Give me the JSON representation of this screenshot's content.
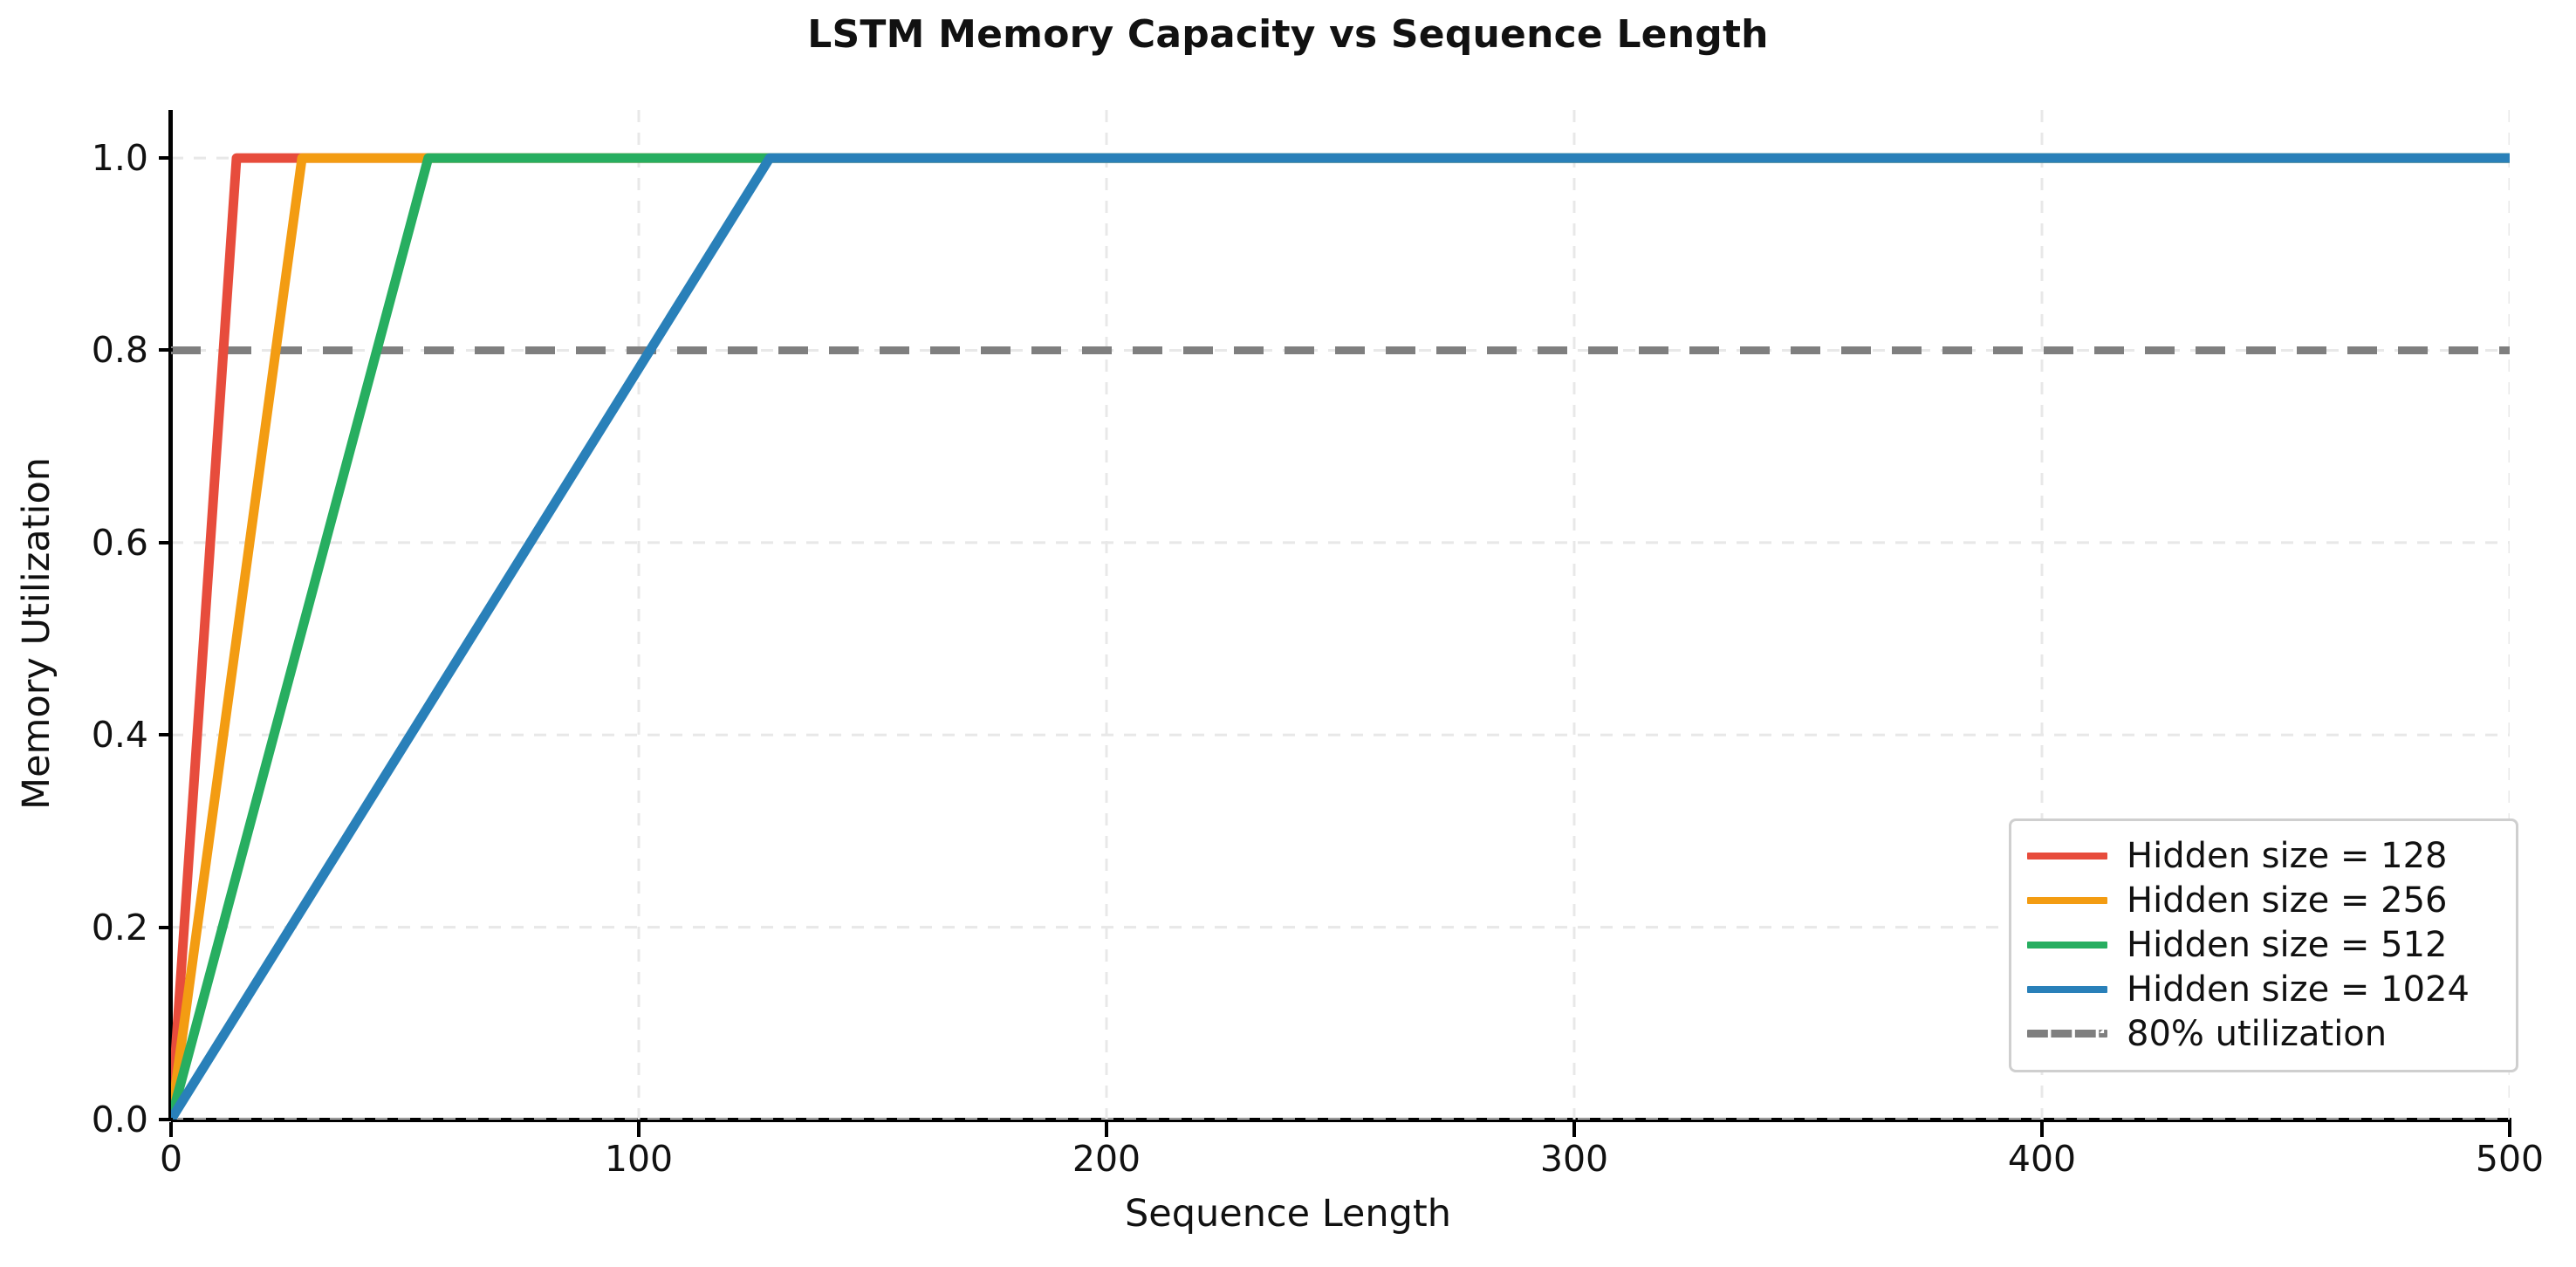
{
  "chart_data": {
    "type": "line",
    "title": "LSTM Memory Capacity vs Sequence Length",
    "xlabel": "Sequence Length",
    "ylabel": "Memory Utilization",
    "xlim": [
      0,
      500
    ],
    "ylim": [
      0.0,
      1.05
    ],
    "xticks": [
      0,
      100,
      200,
      300,
      400,
      500
    ],
    "xtick_labels": [
      "0",
      "100",
      "200",
      "300",
      "400",
      "500"
    ],
    "yticks": [
      0.0,
      0.2,
      0.4,
      0.6,
      0.8,
      1.0
    ],
    "ytick_labels": [
      "0.0",
      "0.2",
      "0.4",
      "0.6",
      "0.8",
      "1.0"
    ],
    "grid": true,
    "grid_style": "dashed",
    "grid_color": "#e8e8e8",
    "legend_position": "lower right",
    "series": [
      {
        "name": "Hidden size = 128",
        "color": "#e74c3c",
        "style": "solid",
        "saturation_x": 14,
        "points": [
          [
            0,
            0.0
          ],
          [
            14,
            1.0
          ],
          [
            500,
            1.0
          ]
        ]
      },
      {
        "name": "Hidden size = 256",
        "color": "#f39c12",
        "style": "solid",
        "saturation_x": 28,
        "points": [
          [
            0,
            0.0
          ],
          [
            28,
            1.0
          ],
          [
            500,
            1.0
          ]
        ]
      },
      {
        "name": "Hidden size = 512",
        "color": "#27ae60",
        "style": "solid",
        "saturation_x": 55,
        "points": [
          [
            0,
            0.0
          ],
          [
            55,
            1.0
          ],
          [
            500,
            1.0
          ]
        ]
      },
      {
        "name": "Hidden size = 1024",
        "color": "#2980b9",
        "style": "solid",
        "saturation_x": 128,
        "points": [
          [
            0,
            0.0
          ],
          [
            128,
            1.0
          ],
          [
            500,
            1.0
          ]
        ]
      }
    ],
    "reference_lines": [
      {
        "name": "80% utilization",
        "orientation": "horizontal",
        "value": 0.8,
        "color": "#7f7f7f",
        "style": "dashed"
      }
    ],
    "legend_entries": [
      {
        "label": "Hidden size = 128",
        "color": "#e74c3c",
        "style": "solid"
      },
      {
        "label": "Hidden size = 256",
        "color": "#f39c12",
        "style": "solid"
      },
      {
        "label": "Hidden size = 512",
        "color": "#27ae60",
        "style": "solid"
      },
      {
        "label": "Hidden size = 1024",
        "color": "#2980b9",
        "style": "solid"
      },
      {
        "label": "80% utilization",
        "color": "#7f7f7f",
        "style": "dashed"
      }
    ]
  }
}
